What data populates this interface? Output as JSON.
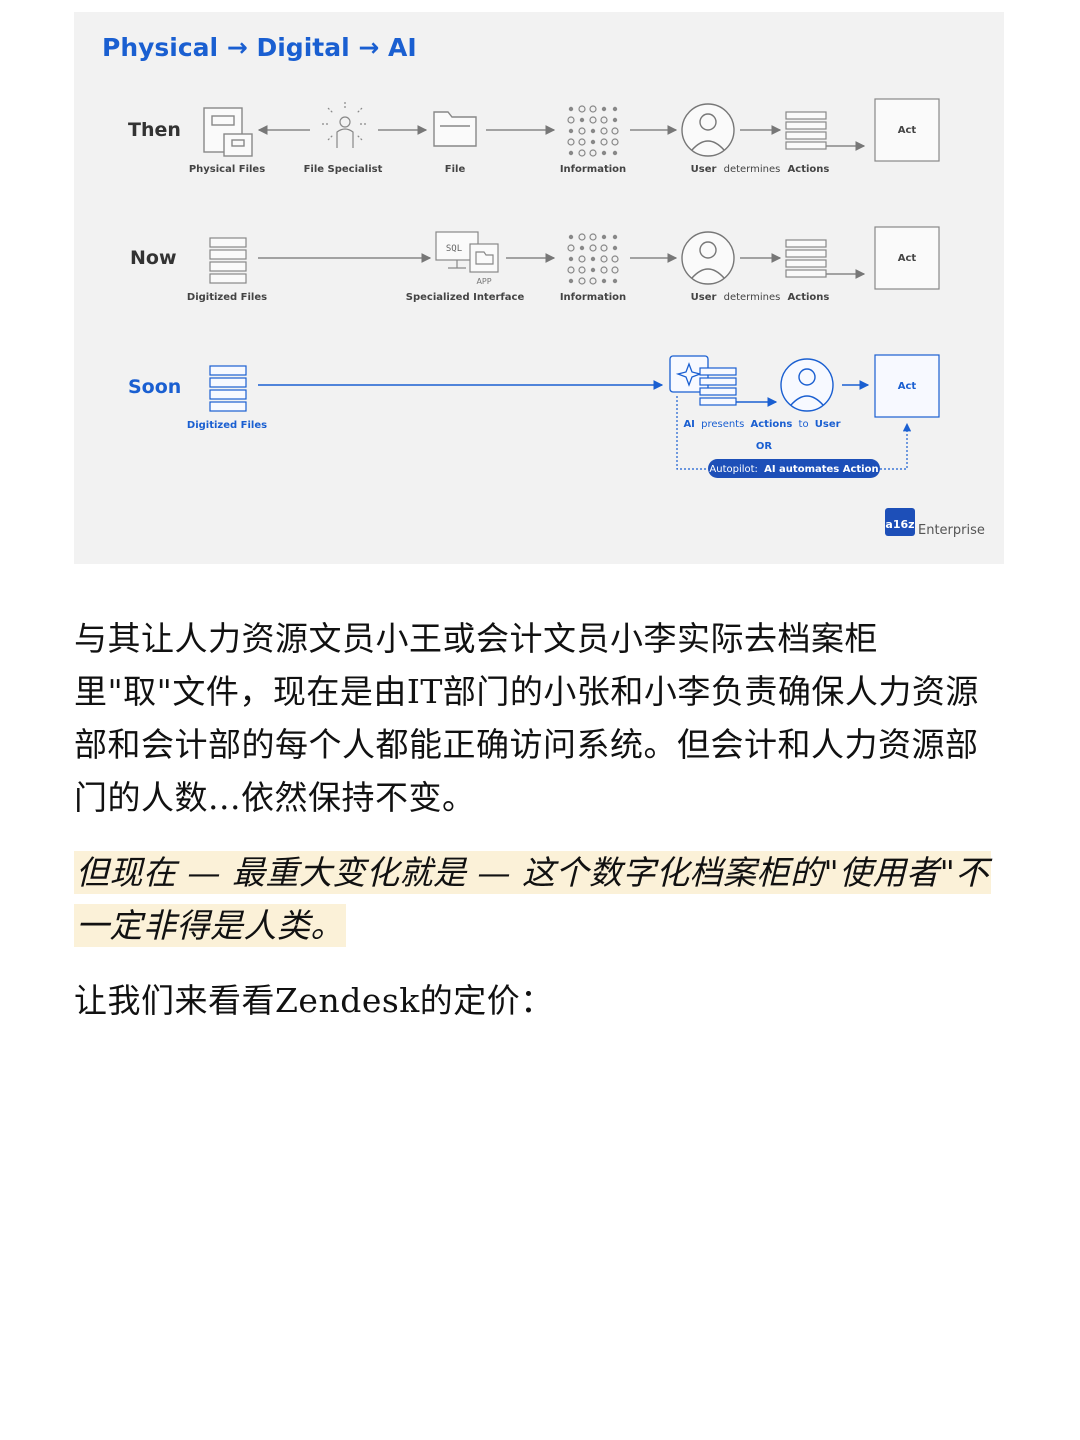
{
  "figure": {
    "title": "Physical → Digital → AI",
    "brand": "a16z",
    "brand_suffix": "Enterprise",
    "rows": {
      "then": {
        "label": "Then",
        "physical_files": "Physical Files",
        "file_specialist": "File Specialist",
        "file": "File",
        "information": "Information",
        "user_prefix": "User",
        "user_mid": "determines",
        "user_suffix": "Actions",
        "act": "Act"
      },
      "now": {
        "label": "Now",
        "digitized_files": "Digitized Files",
        "specialized_interface": "Specialized Interface",
        "sql": "SQL",
        "app": "APP",
        "information": "Information",
        "user_prefix": "User",
        "user_mid": "determines",
        "user_suffix": "Actions",
        "act": "Act"
      },
      "soon": {
        "label": "Soon",
        "digitized_files": "Digitized Files",
        "ai_prefix": "AI",
        "ai_mid": "presents",
        "ai_actions": "Actions",
        "ai_to": "to",
        "ai_user": "User",
        "or": "OR",
        "autopilot_prefix": "Autopilot:",
        "autopilot_rest": "AI automates Action",
        "act": "Act"
      }
    },
    "colors": {
      "blue": "#1a5fd1",
      "gray_text": "#333333",
      "line_gray": "#8a8a8a",
      "background": "#f2f2f2",
      "pill": "#1d4fb8"
    }
  },
  "article": {
    "paragraph1": "与其让人力资源文员小王或会计文员小李实际去档案柜里\"取\"文件，现在是由IT部门的小张和小李负责确保人力资源部和会计部的每个人都能正确访问系统。但会计和人力资源部门的人数...依然保持不变。",
    "highlight_quote": "但现在 — 最重大变化就是 — 这个数字化档案柜的\"使用者\"不一定非得是人类。",
    "paragraph2": "让我们来看看Zendesk的定价："
  }
}
